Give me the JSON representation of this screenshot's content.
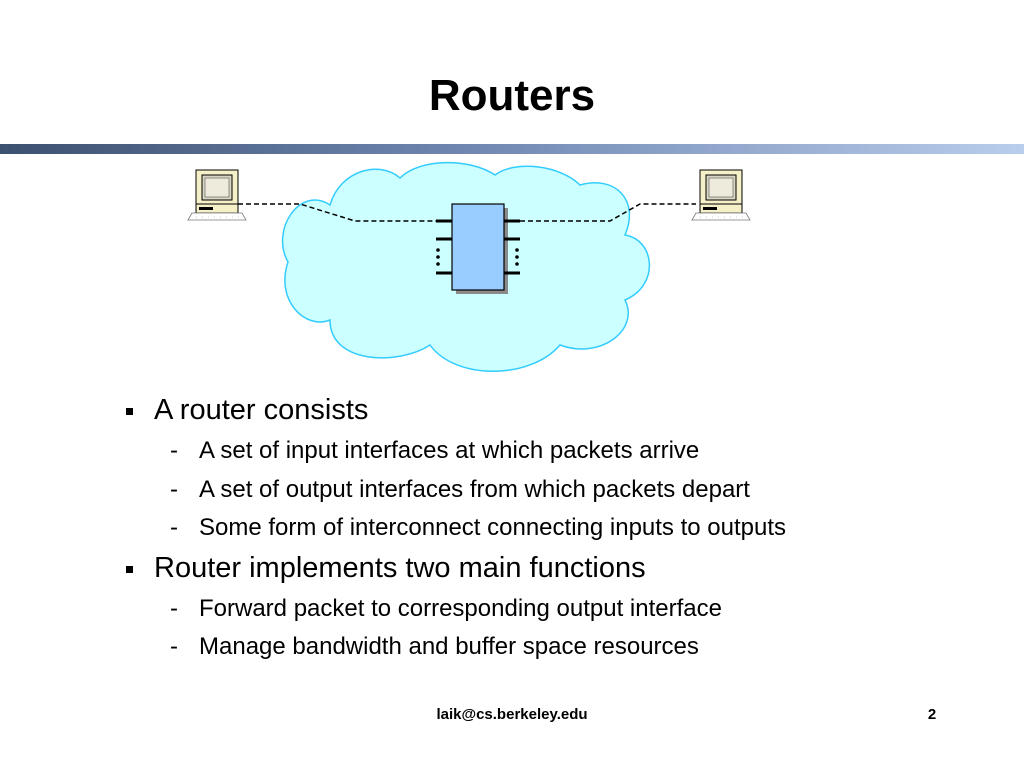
{
  "slide": {
    "title": "Routers",
    "bullets": [
      {
        "text": "A router consists",
        "sub": [
          "A set of input interfaces at which packets arrive",
          "A set of output interfaces from which packets depart",
          "Some form of interconnect connecting inputs to outputs"
        ]
      },
      {
        "text": "Router implements two main functions",
        "sub": [
          "Forward packet to corresponding output interface",
          "Manage bandwidth and buffer space resources"
        ]
      }
    ],
    "sub_marker": "-",
    "footer": {
      "email": "laik@cs.berkeley.edu",
      "page": "2"
    }
  },
  "diagram": {
    "cloud_fill": "#ccffff",
    "cloud_stroke": "#33ccff",
    "router_fill": "#99ccff",
    "computer_icons": [
      "computer-icon",
      "computer-icon"
    ]
  },
  "colors": {
    "divider_dark": "#3c5170",
    "divider_light": "#b9cdec"
  }
}
